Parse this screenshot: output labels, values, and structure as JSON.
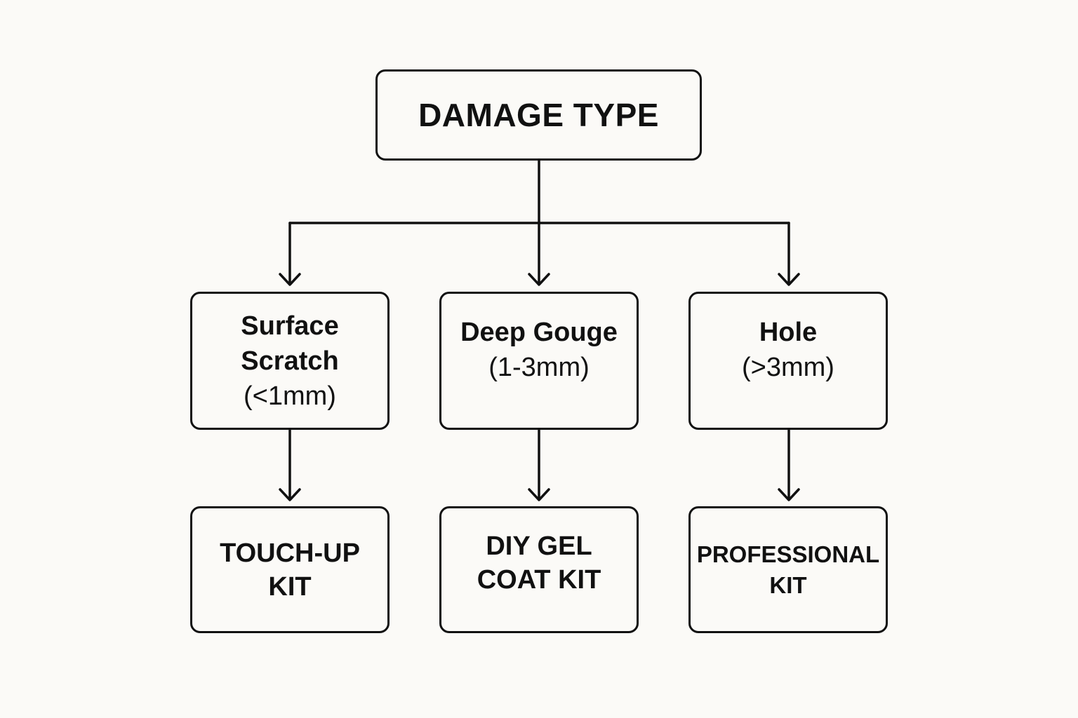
{
  "diagram": {
    "root": {
      "label": "DAMAGE TYPE"
    },
    "categories": [
      {
        "lines": [
          "Surface",
          "Scratch",
          "(<1mm)"
        ]
      },
      {
        "lines": [
          "Deep Gouge",
          "(1-3mm)"
        ]
      },
      {
        "lines": [
          "Hole",
          "(>3mm)"
        ]
      }
    ],
    "solutions": [
      {
        "lines": [
          "TOUCH-UP",
          "KIT"
        ]
      },
      {
        "lines": [
          "DIY GEL",
          "COAT KIT"
        ]
      },
      {
        "lines": [
          "PROFESSIONAL",
          "KIT"
        ]
      }
    ],
    "colors": {
      "stroke": "#111111",
      "background": "#fbfaf7"
    }
  }
}
